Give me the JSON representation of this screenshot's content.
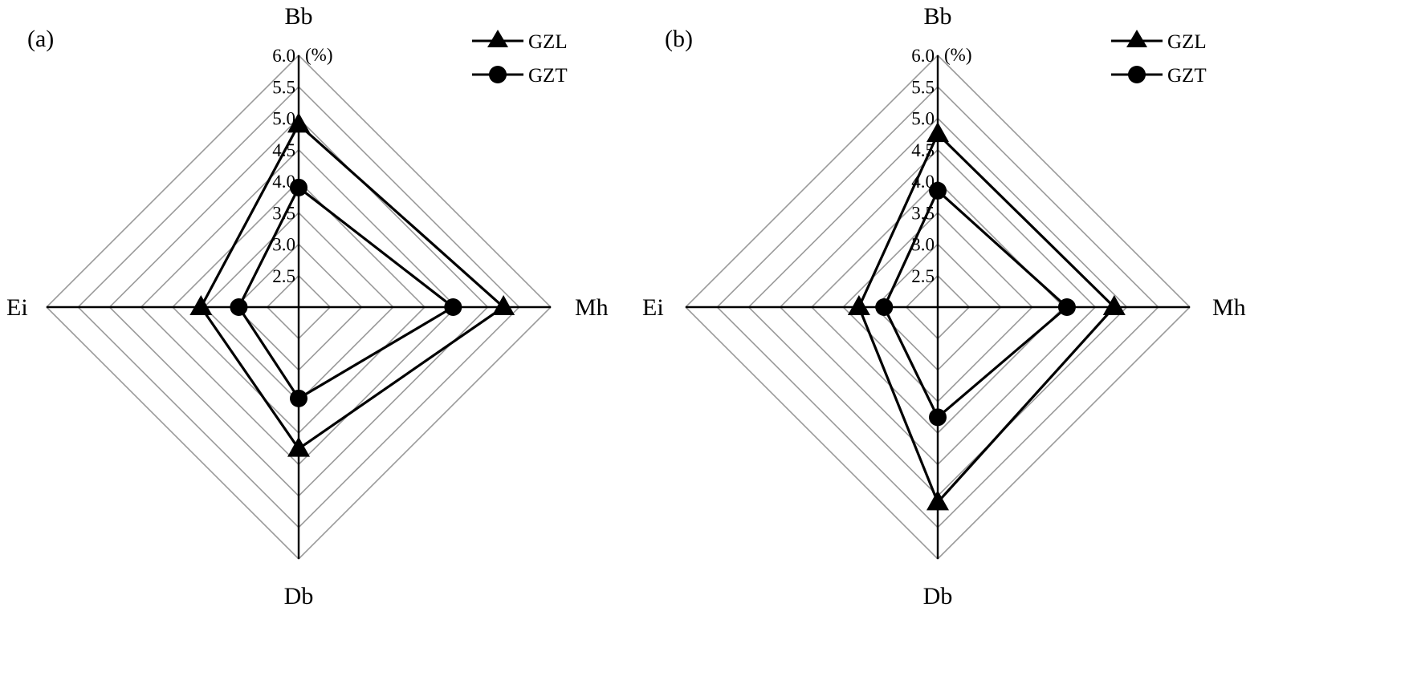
{
  "chart_data": [
    {
      "type": "radar",
      "panel_label": "(a)",
      "unit": "(%)",
      "axes": [
        "Bb",
        "Mh",
        "Db",
        "Ei"
      ],
      "range": [
        2.0,
        6.0
      ],
      "ticks": [
        "2.5",
        "3.0",
        "3.5",
        "4.0",
        "4.5",
        "5.0",
        "5.5",
        "6.0"
      ],
      "grid": true,
      "legend_position": "top-right",
      "series": [
        {
          "name": "GZL",
          "marker": "triangle",
          "values": [
            4.9,
            5.25,
            4.25,
            3.55
          ]
        },
        {
          "name": "GZT",
          "marker": "circle",
          "values": [
            3.9,
            4.45,
            3.45,
            2.95
          ]
        }
      ]
    },
    {
      "type": "radar",
      "panel_label": "(b)",
      "unit": "(%)",
      "axes": [
        "Bb",
        "Mh",
        "Db",
        "Ei"
      ],
      "range": [
        2.0,
        6.0
      ],
      "ticks": [
        "2.5",
        "3.0",
        "3.5",
        "4.0",
        "4.5",
        "5.0",
        "5.5",
        "6.0"
      ],
      "grid": true,
      "legend_position": "top-right",
      "series": [
        {
          "name": "GZL",
          "marker": "triangle",
          "values": [
            4.75,
            4.8,
            5.1,
            3.25
          ]
        },
        {
          "name": "GZT",
          "marker": "circle",
          "values": [
            3.85,
            4.05,
            3.75,
            2.85
          ]
        }
      ]
    }
  ]
}
